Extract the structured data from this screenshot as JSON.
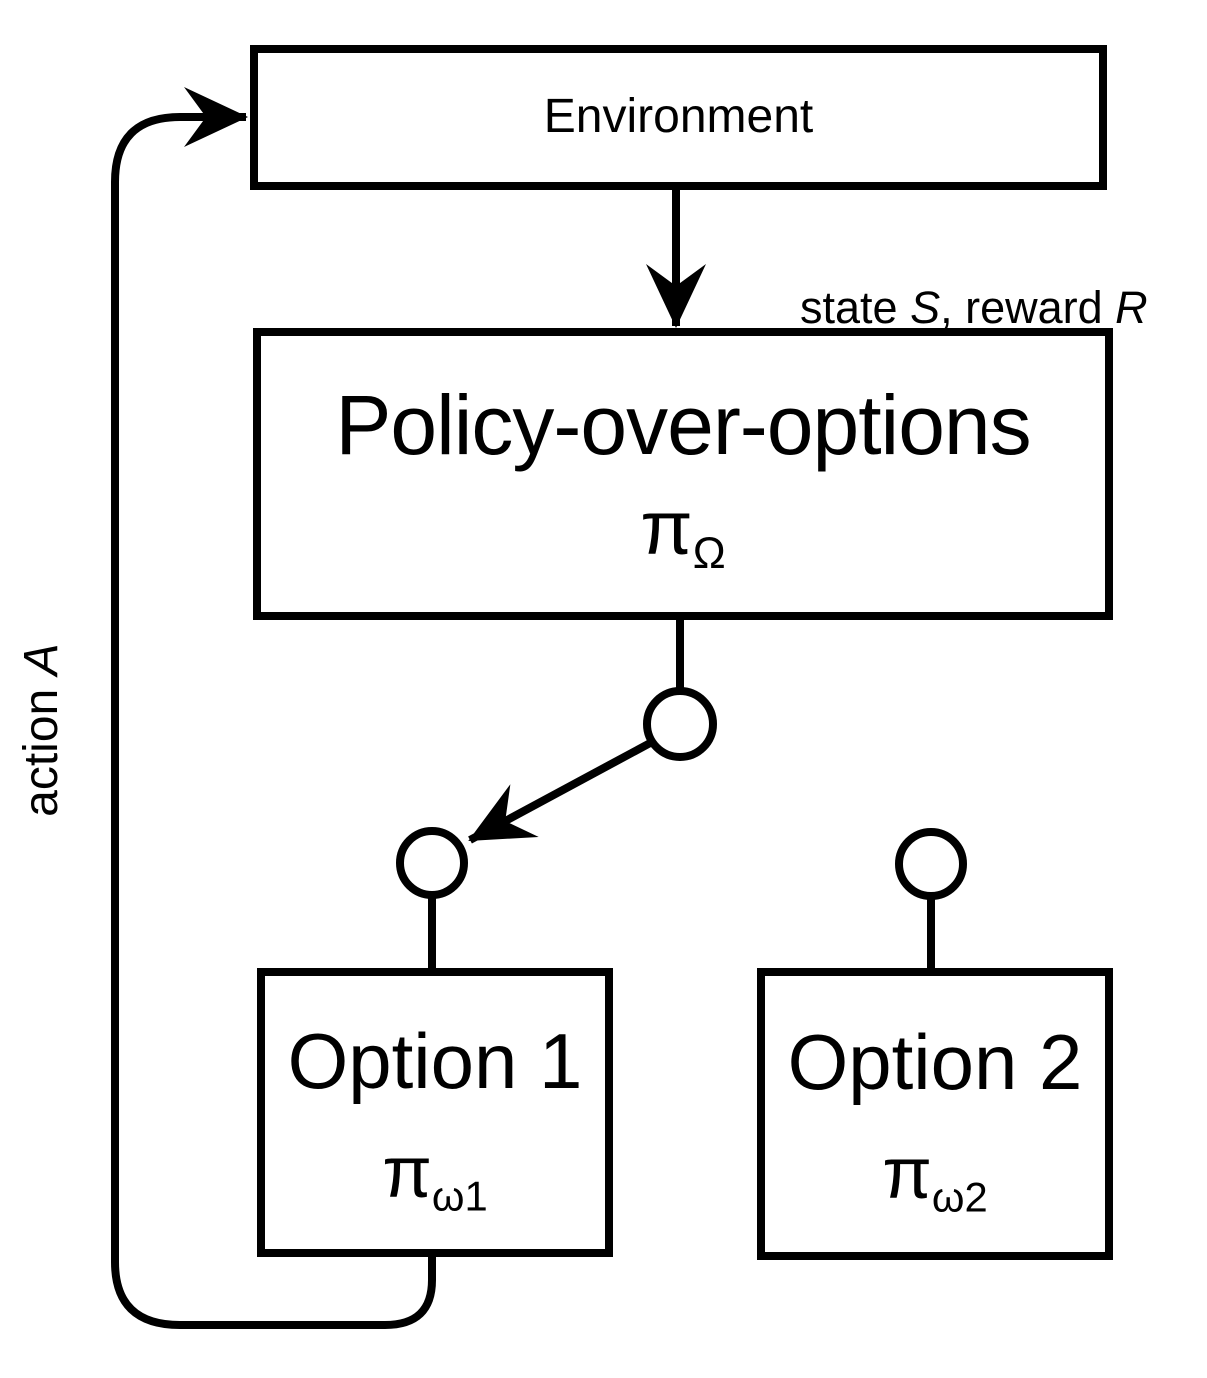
{
  "diagram": {
    "nodes": {
      "environment": {
        "label": "Environment"
      },
      "policy_over_options": {
        "label": "Policy-over-options",
        "symbol": "π",
        "subscript": "Ω"
      },
      "option_1": {
        "label": "Option 1",
        "symbol": "π",
        "subscript": "ω1"
      },
      "option_2": {
        "label": "Option 2",
        "symbol": "π",
        "subscript": "ω2"
      }
    },
    "edges": {
      "state_reward": {
        "text_1": "state ",
        "var_1": "S",
        "text_2": ", reward ",
        "var_2": "R"
      },
      "action": {
        "text_1": "action ",
        "var_1": "A"
      }
    },
    "colors": {
      "stroke": "#000000",
      "background": "#ffffff"
    }
  }
}
